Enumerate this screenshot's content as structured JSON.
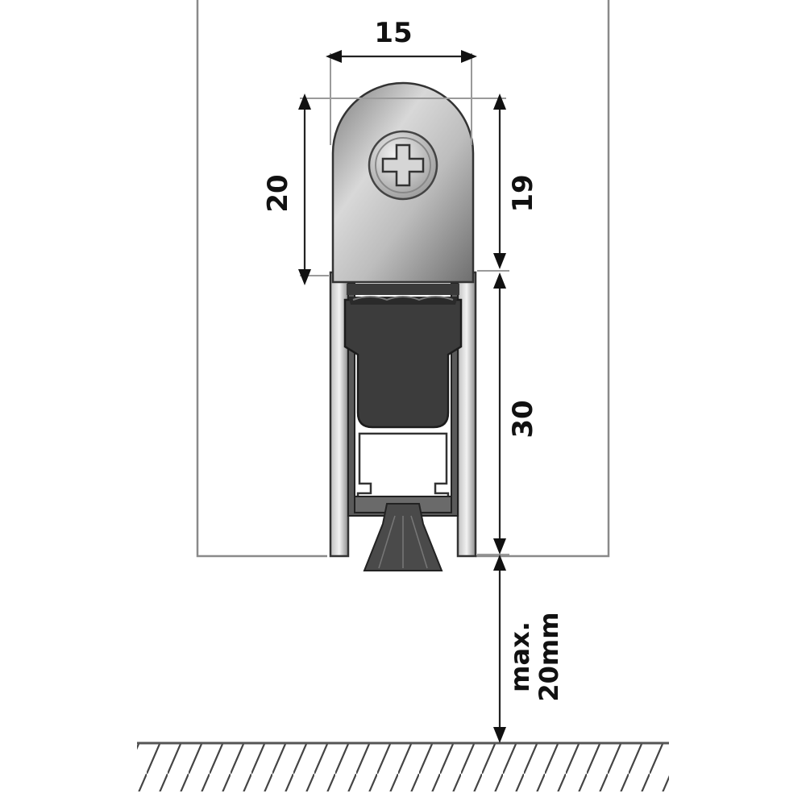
{
  "dimensions": {
    "width_top": "15",
    "height_cap_left": "20",
    "height_cap_right": "19",
    "height_body": "30",
    "gap_line1": "max.",
    "gap_line2": "20mm"
  },
  "colors": {
    "door": "#ffffff",
    "door_outline": "#8a8a8a",
    "profile_dark": "#3a3a3a",
    "seal": "#2b2b2b",
    "brush": "#4a4a4a",
    "floor_hatch": "#444444"
  },
  "icons": {
    "screw": "phillips-screw-icon"
  }
}
